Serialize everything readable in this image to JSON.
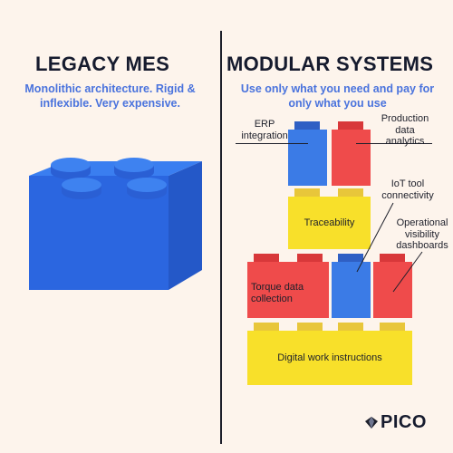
{
  "left": {
    "title": "LEGACY MES",
    "subtitle_line1": "Monolithic architecture. Rigid &",
    "subtitle_line2": "inflexible. Very expensive."
  },
  "right": {
    "title": "MODULAR SYSTEMS",
    "subtitle_line1": "Use only what you need and pay for",
    "subtitle_line2": "only what you use"
  },
  "labels": {
    "erp_line1": "ERP",
    "erp_line2": "integration",
    "prod_line1": "Production",
    "prod_line2": "data",
    "prod_line3": "analytics",
    "iot_line1": "IoT tool",
    "iot_line2": "connectivity",
    "ops_line1": "Operational",
    "ops_line2": "visibility",
    "ops_line3": "dashboards"
  },
  "blocks": {
    "traceability": "Traceability",
    "torque_line1": "Torque data",
    "torque_line2": "collection",
    "digital": "Digital work instructions"
  },
  "brand": {
    "name": "PICO"
  },
  "colors": {
    "background": "#fdf4ec",
    "blue": "#3b7be6",
    "red": "#ef4b4b",
    "yellow": "#f8e02a",
    "text_dark": "#161b2e",
    "subtitle_blue": "#4a73dd"
  },
  "icons": [
    "large-blue-brick-icon",
    "pico-logo-icon"
  ]
}
